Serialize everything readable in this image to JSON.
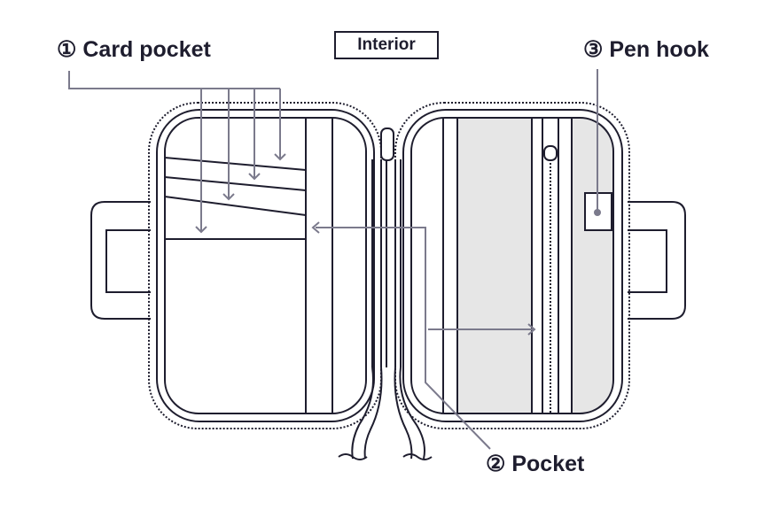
{
  "title": "Interior",
  "labels": {
    "card_pocket": "① Card pocket",
    "pocket": "② Pocket",
    "pen_hook": "③ Pen hook"
  },
  "colors": {
    "ink": "#1e1d2e",
    "callout": "#7b7a8c",
    "fill": "#e6e6e6"
  }
}
